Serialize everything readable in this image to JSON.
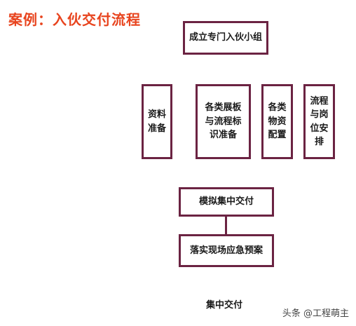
{
  "title": "案例：入伙交付流程",
  "nodes": {
    "top": "成立专门入伙小组",
    "data_prep": "资料准备",
    "samples": "各类展板与流程标识准备",
    "supplies": "各类物资配置",
    "roles": "流程与岗位安排",
    "simulate": "模拟集中交付",
    "emergency": "落实现场应急预案",
    "final": "集中交付"
  },
  "watermark": "头条 @工程萌主",
  "colors": {
    "title": "#e8441e",
    "border": "#6b2342"
  }
}
